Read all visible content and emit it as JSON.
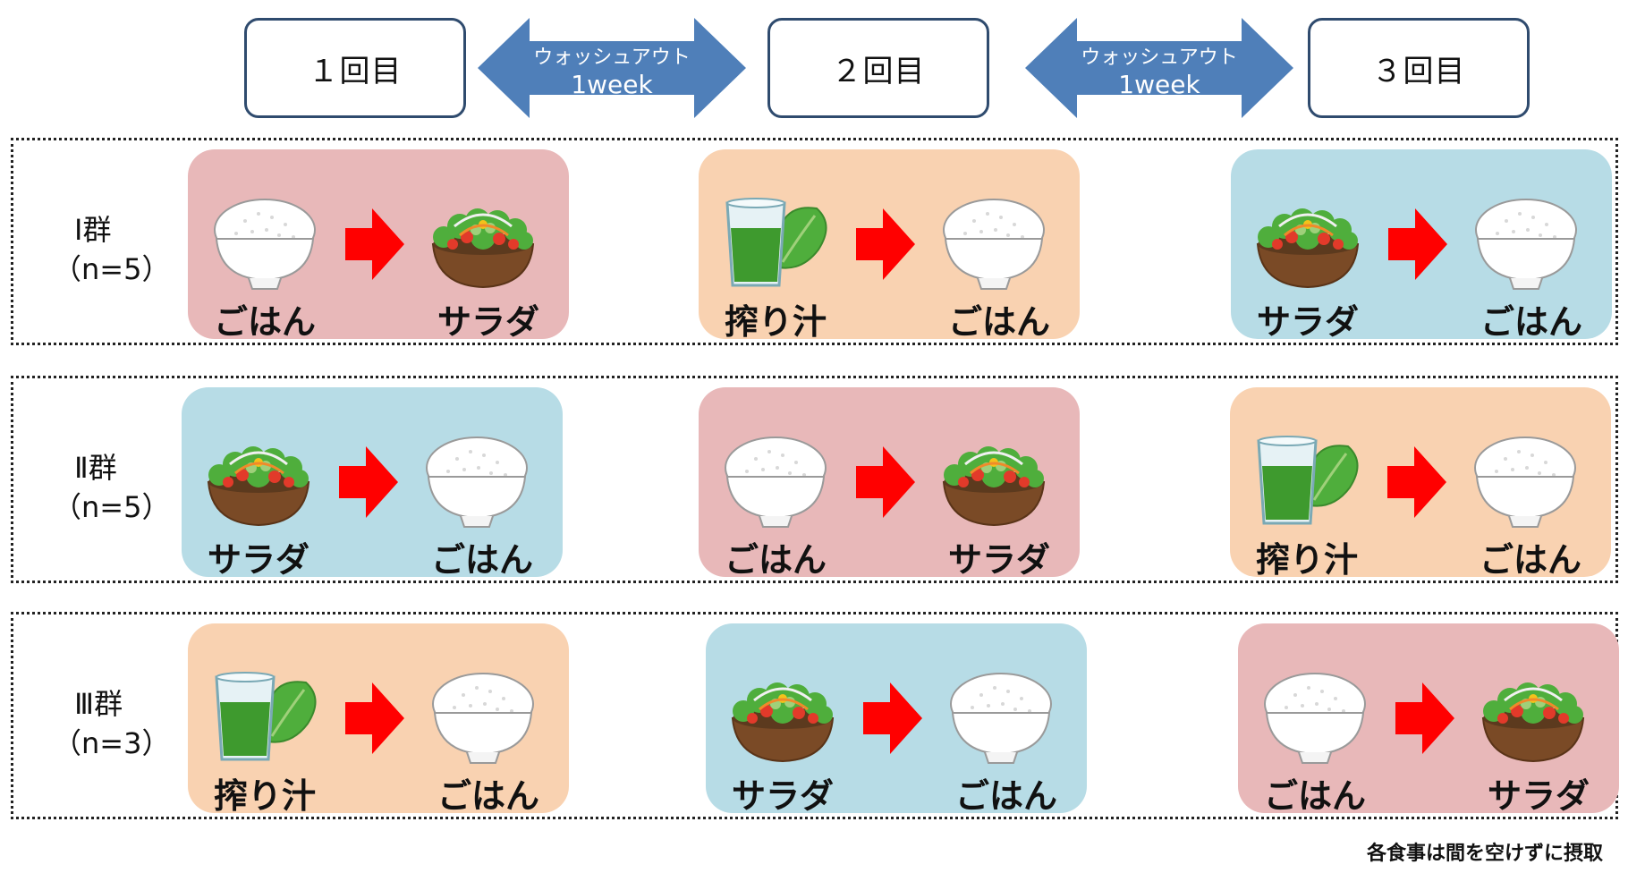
{
  "headers": {
    "round1": "１回目",
    "round2": "２回目",
    "round3": "３回目"
  },
  "washout": {
    "line1": "ウォッシュアウト",
    "line2": "1week"
  },
  "food_labels": {
    "rice": "ごはん",
    "salad": "サラダ",
    "juice": "搾り汁"
  },
  "groups": [
    {
      "label": "Ⅰ群",
      "n": "（n=5）",
      "panels": [
        {
          "first": "rice",
          "second": "salad",
          "color": "#e8b8b9"
        },
        {
          "first": "juice",
          "second": "rice",
          "color": "#f9d2b1"
        },
        {
          "first": "salad",
          "second": "rice",
          "color": "#b7dce6"
        }
      ]
    },
    {
      "label": "Ⅱ群",
      "n": "（n=5）",
      "panels": [
        {
          "first": "salad",
          "second": "rice",
          "color": "#b7dce6"
        },
        {
          "first": "rice",
          "second": "salad",
          "color": "#e8b8b9"
        },
        {
          "first": "juice",
          "second": "rice",
          "color": "#f9d2b1"
        }
      ]
    },
    {
      "label": "Ⅲ群",
      "n": "（n=3）",
      "panels": [
        {
          "first": "juice",
          "second": "rice",
          "color": "#f9d2b1"
        },
        {
          "first": "salad",
          "second": "rice",
          "color": "#b7dce6"
        },
        {
          "first": "rice",
          "second": "salad",
          "color": "#e8b8b9"
        }
      ]
    }
  ],
  "colors": {
    "box_border": "#2f4b6e",
    "washout_arrow": "#4f7fb9",
    "next_arrow": "#ff0000"
  },
  "footnote": "各食事は間を空けずに摂取"
}
